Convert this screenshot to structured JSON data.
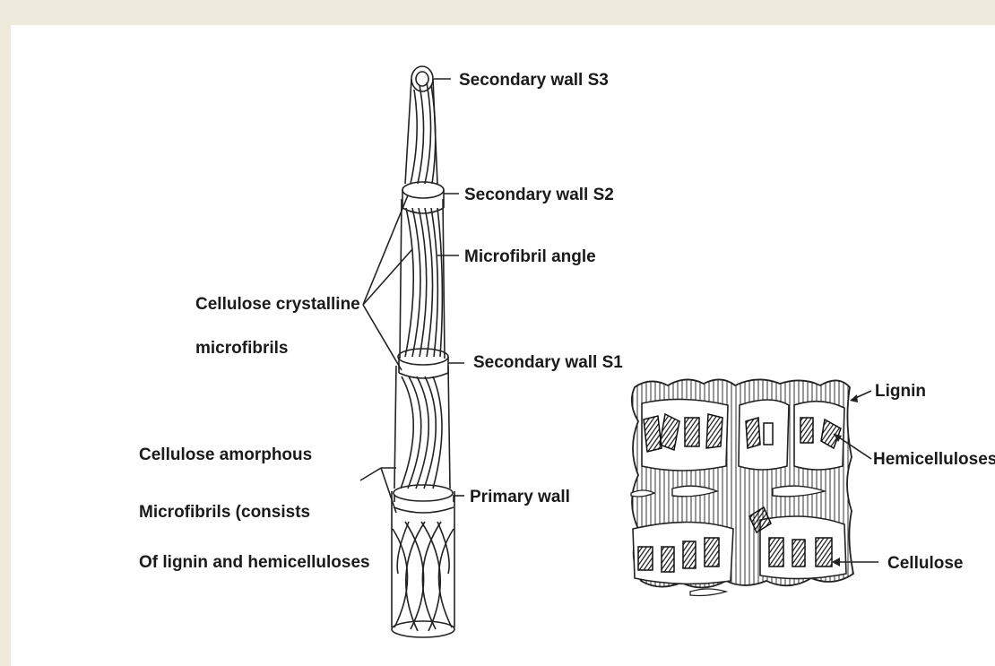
{
  "fiber_labels": {
    "s3": "Secondary wall S3",
    "s2": "Secondary wall S2",
    "mfa": "Microfibril angle",
    "s1": "Secondary wall S1",
    "primary": "Primary wall"
  },
  "left_labels": {
    "crystalline_line1": "Cellulose crystalline",
    "crystalline_line2": "microfibrils",
    "amorphous_line1": "Cellulose amorphous",
    "amorphous_line2": "Microfibrils (consists",
    "amorphous_line3": "Of lignin and hemicelluloses"
  },
  "matrix_labels": {
    "lignin": "Lignin",
    "hemicelluloses": "Hemicelluloses",
    "cellulose": "Cellulose"
  },
  "colors": {
    "page_background": "#efebdc",
    "diagram_background": "#ffffff",
    "ink": "#222222",
    "fill_dark": "#555555"
  }
}
